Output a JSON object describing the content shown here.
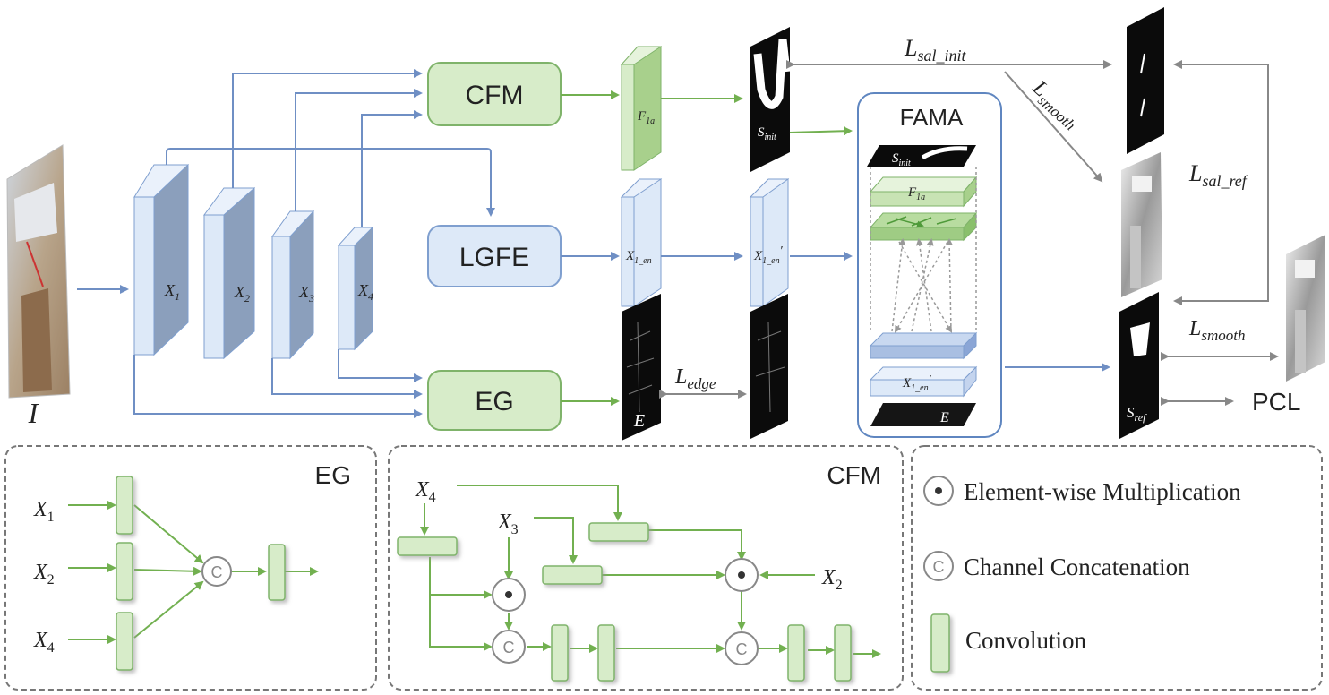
{
  "modules": {
    "cfm": "CFM",
    "lgfe": "LGFE",
    "eg": "EG",
    "fama": "FAMA"
  },
  "labels": {
    "input_i": "I",
    "x1": "X",
    "x1_sub": "1",
    "x2": "X",
    "x2_sub": "2",
    "x3": "X",
    "x3_sub": "3",
    "x4": "X",
    "x4_sub": "4",
    "f1a": "F",
    "f1a_sub": "1a",
    "x1en": "X",
    "x1en_sub": "1_en",
    "x1en_prime": "X",
    "x1en_prime_sub": "1_en",
    "e": "E",
    "s_init": "S",
    "s_init_sub": "init",
    "s_ref": "S",
    "s_ref_sub": "ref",
    "fama_s_init": "S",
    "fama_s_init_sub": "init",
    "fama_f1a": "F",
    "fama_f1a_sub": "1a",
    "fama_x1en": "X",
    "fama_x1en_sub": "1_en",
    "fama_e": "E"
  },
  "losses": {
    "sal_init": "L",
    "sal_init_sub": "sal_init",
    "smooth_top": "L",
    "smooth_top_sub": "smooth",
    "sal_ref": "L",
    "sal_ref_sub": "sal_ref",
    "smooth_bottom": "L",
    "smooth_bottom_sub": "smooth",
    "edge": "L",
    "edge_sub": "edge",
    "pcl": "PCL"
  },
  "eg_panel": {
    "title": "EG",
    "x1": "X",
    "x1_sub": "1",
    "x2": "X",
    "x2_sub": "2",
    "x4": "X",
    "x4_sub": "4",
    "concat": "C"
  },
  "cfm_panel": {
    "title": "CFM",
    "x4": "X",
    "x4_sub": "4",
    "x3": "X",
    "x3_sub": "3",
    "x2": "X",
    "x2_sub": "2",
    "concat": "C"
  },
  "legend": {
    "mult": "Element-wise Multiplication",
    "concat": "Channel Concatenation",
    "concat_symbol": "C",
    "conv": "Convolution"
  },
  "colors": {
    "blue_face": "#dde9f8",
    "blue_side": "#8b9fbc",
    "blue_edge": "#7f9fcf",
    "green_face": "#d7ecc9",
    "green_edge": "#7fb36a",
    "blue_arrow": "#6f8fc4",
    "green_arrow": "#72b050",
    "gray_arrow": "#888888"
  }
}
